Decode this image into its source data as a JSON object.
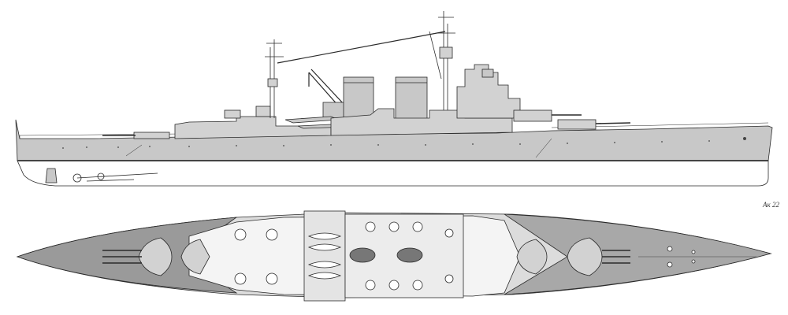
{
  "drawing": {
    "signature": "Aк 22",
    "colors": {
      "paper": "#ffffff",
      "hull": "#c8c8c8",
      "hull_light": "#d6d6d6",
      "superstructure": "#d2d2d2",
      "deck_dark": "#9a9a9a",
      "deck_light": "#dcdcdc",
      "deck_white": "#f4f4f4",
      "line": "#2a2a2a",
      "waterline": "#555555"
    },
    "views": [
      "side-profile",
      "plan-view"
    ]
  }
}
